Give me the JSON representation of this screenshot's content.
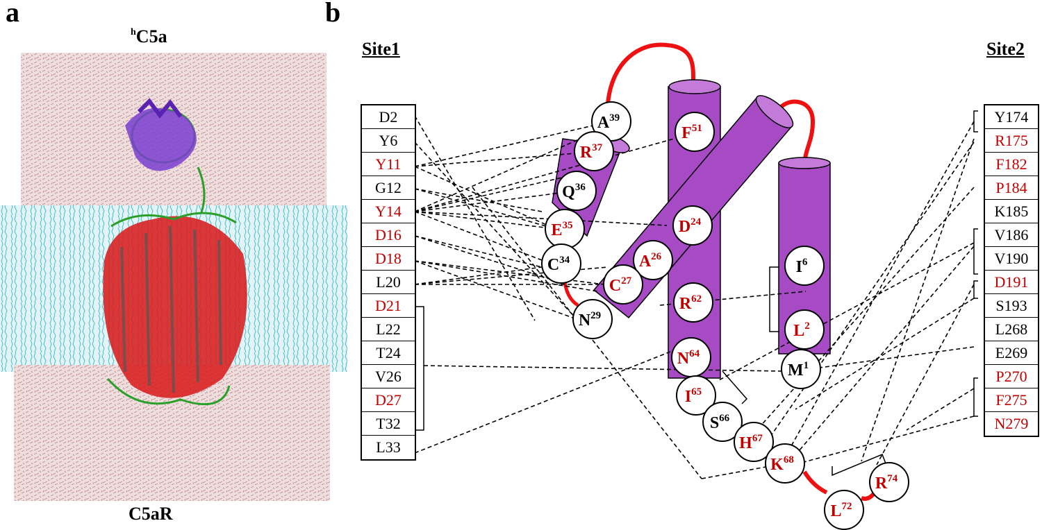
{
  "panels": {
    "a": "a",
    "b": "b"
  },
  "panel_a": {
    "top_label": {
      "prefix": "h",
      "name": "C5a"
    },
    "bottom_label": "C5aR"
  },
  "site1": {
    "title": "Site1",
    "residues": [
      {
        "label": "D2",
        "hot": false
      },
      {
        "label": "Y6",
        "hot": false
      },
      {
        "label": "Y11",
        "hot": true
      },
      {
        "label": "G12",
        "hot": false
      },
      {
        "label": "Y14",
        "hot": true
      },
      {
        "label": "D16",
        "hot": true
      },
      {
        "label": "D18",
        "hot": true
      },
      {
        "label": "L20",
        "hot": false
      },
      {
        "label": "D21",
        "hot": true
      },
      {
        "label": "L22",
        "hot": false
      },
      {
        "label": "T24",
        "hot": false
      },
      {
        "label": "V26",
        "hot": false
      },
      {
        "label": "D27",
        "hot": true
      },
      {
        "label": "T32",
        "hot": false
      },
      {
        "label": "L33",
        "hot": false
      }
    ]
  },
  "site2": {
    "title": "Site2",
    "residues": [
      {
        "label": "Y174",
        "hot": false
      },
      {
        "label": "R175",
        "hot": true
      },
      {
        "label": "F182",
        "hot": true
      },
      {
        "label": "P184",
        "hot": true
      },
      {
        "label": "K185",
        "hot": false
      },
      {
        "label": "V186",
        "hot": false
      },
      {
        "label": "V190",
        "hot": false
      },
      {
        "label": "D191",
        "hot": true
      },
      {
        "label": "S193",
        "hot": false
      },
      {
        "label": "L268",
        "hot": false
      },
      {
        "label": "E269",
        "hot": false
      },
      {
        "label": "P270",
        "hot": true
      },
      {
        "label": "F275",
        "hot": true
      },
      {
        "label": "N279",
        "hot": true
      }
    ]
  },
  "c5a_residues": [
    {
      "id": "A39",
      "aa": "A",
      "num": "39",
      "hot": false
    },
    {
      "id": "R37",
      "aa": "R",
      "num": "37",
      "hot": true
    },
    {
      "id": "Q36",
      "aa": "Q",
      "num": "36",
      "hot": false
    },
    {
      "id": "E35",
      "aa": "E",
      "num": "35",
      "hot": true
    },
    {
      "id": "C34",
      "aa": "C",
      "num": "34",
      "hot": false
    },
    {
      "id": "N29",
      "aa": "N",
      "num": "29",
      "hot": false
    },
    {
      "id": "F51",
      "aa": "F",
      "num": "51",
      "hot": true
    },
    {
      "id": "D24",
      "aa": "D",
      "num": "24",
      "hot": true
    },
    {
      "id": "A26",
      "aa": "A",
      "num": "26",
      "hot": true
    },
    {
      "id": "C27",
      "aa": "C",
      "num": "27",
      "hot": true
    },
    {
      "id": "R62",
      "aa": "R",
      "num": "62",
      "hot": true
    },
    {
      "id": "N64",
      "aa": "N",
      "num": "64",
      "hot": true
    },
    {
      "id": "I65",
      "aa": "I",
      "num": "65",
      "hot": true
    },
    {
      "id": "S66",
      "aa": "S",
      "num": "66",
      "hot": false
    },
    {
      "id": "H67",
      "aa": "H",
      "num": "67",
      "hot": true
    },
    {
      "id": "K68",
      "aa": "K",
      "num": "68",
      "hot": true
    },
    {
      "id": "L72",
      "aa": "L",
      "num": "72",
      "hot": true
    },
    {
      "id": "R74",
      "aa": "R",
      "num": "74",
      "hot": true
    },
    {
      "id": "I6",
      "aa": "I",
      "num": "6",
      "hot": false
    },
    {
      "id": "L2",
      "aa": "L",
      "num": "2",
      "hot": true
    },
    {
      "id": "M1",
      "aa": "M",
      "num": "1",
      "hot": false
    }
  ],
  "colors": {
    "hot": "#c00000",
    "helix": "#a64bc4",
    "loop": "#ee1111",
    "water": "#c9a3a3",
    "lipid": "#3bbfcf"
  }
}
